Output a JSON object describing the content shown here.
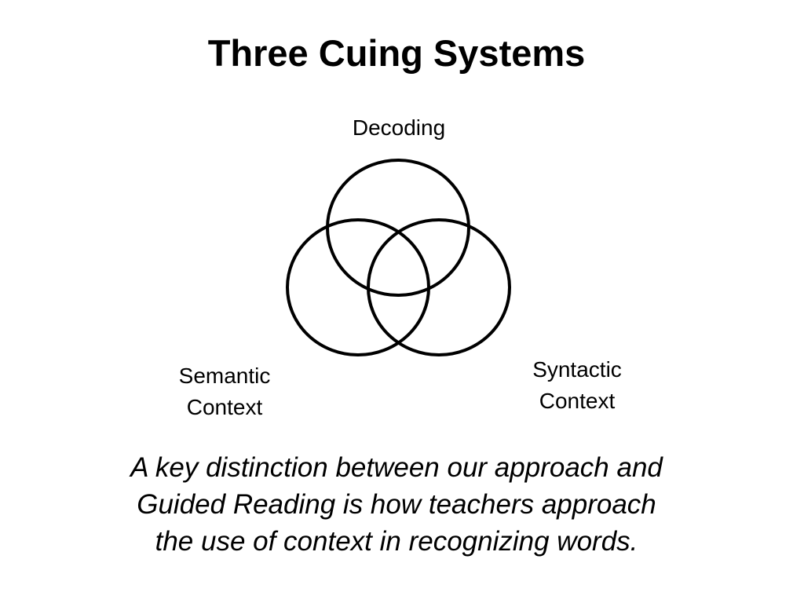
{
  "slide": {
    "title": "Three Cuing Systems",
    "diagram": {
      "top_label": "Decoding",
      "left_label": [
        "Semantic",
        "Context"
      ],
      "right_label": [
        "Syntactic",
        "Context"
      ],
      "stroke_color": "#000000"
    },
    "caption_lines": [
      "A key distinction between our approach and",
      "Guided Reading is how teachers approach",
      "the use of context in recognizing words."
    ]
  }
}
